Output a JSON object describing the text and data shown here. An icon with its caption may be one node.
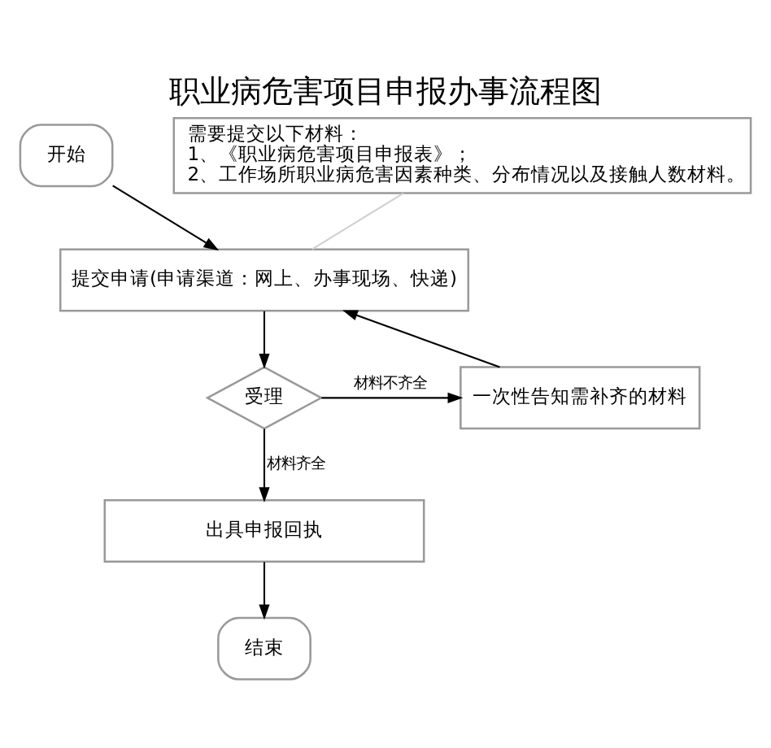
{
  "diagram": {
    "title": "职业病危害项目申报办事流程图",
    "nodes": [
      {
        "text": [
          "开始"
        ]
      },
      {
        "text": [
          "提交申请(申请渠道：网上、办事现场、快递)"
        ]
      },
      {
        "text": [
          "一次性告知需补齐的材料"
        ]
      },
      {
        "text": [
          "受理"
        ]
      },
      {
        "text": [
          "出具申报回执"
        ]
      },
      {
        "text": [
          "结束"
        ]
      },
      {
        "text": [
          "需要提交以下材料：",
          "1、《职业病危害项目申报表》；",
          "2、工作场所职业病危害因素种类、分布情况以及接触人数材料。"
        ]
      }
    ],
    "edges": [
      {
        "from": 0,
        "to": 1,
        "arrow": "to"
      },
      {
        "from": 1,
        "to": 3,
        "arrow": "to"
      },
      {
        "from": 3,
        "to": 2,
        "arrow": "to",
        "label": "材料不齐全"
      },
      {
        "from": 2,
        "to": 1,
        "arrow": "to"
      },
      {
        "from": 3,
        "to": 4,
        "arrow": "to",
        "label": "材料齐全"
      },
      {
        "from": 4,
        "to": 5,
        "arrow": "to"
      },
      {
        "from": 6,
        "to": 1,
        "arrow": "none",
        "color": "#d0d0d0"
      }
    ]
  }
}
